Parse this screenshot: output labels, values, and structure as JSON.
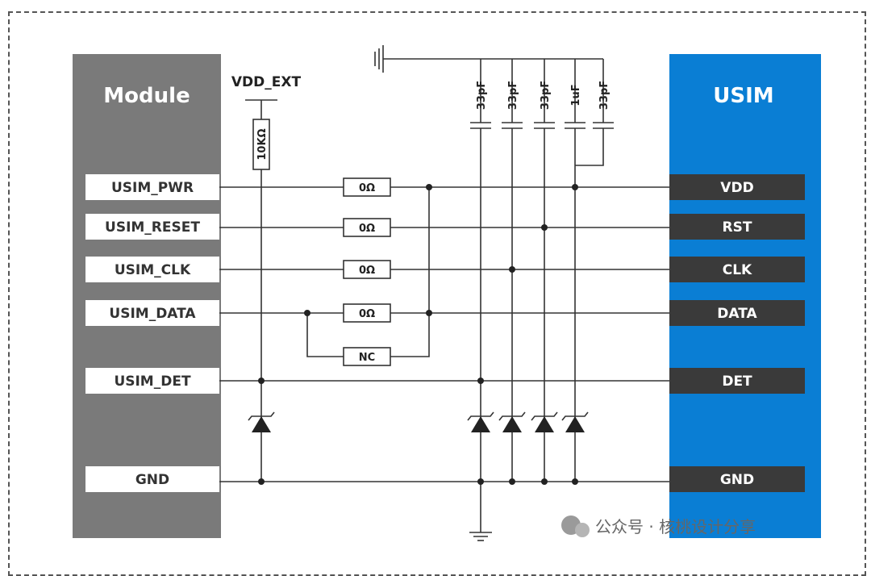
{
  "module": {
    "title": "Module",
    "pins": [
      "USIM_PWR",
      "USIM_RESET",
      "USIM_CLK",
      "USIM_DATA",
      "USIM_DET",
      "GND"
    ]
  },
  "usim": {
    "title": "USIM",
    "pins": [
      "VDD",
      "RST",
      "CLK",
      "DATA",
      "DET",
      "GND"
    ]
  },
  "vdd_ext": "VDD_EXT",
  "pullup": "10KΩ",
  "series": [
    "0Ω",
    "0Ω",
    "0Ω",
    "0Ω",
    "NC"
  ],
  "caps": [
    "33pF",
    "33pF",
    "33pF",
    "1uF",
    "33pF"
  ],
  "watermark": "公众号 · 核桃设计分享",
  "colors": {
    "module_box": "#7a7a7a",
    "usim_box": "#0a7ed4",
    "usim_pin_bg": "#3a3a3a"
  }
}
